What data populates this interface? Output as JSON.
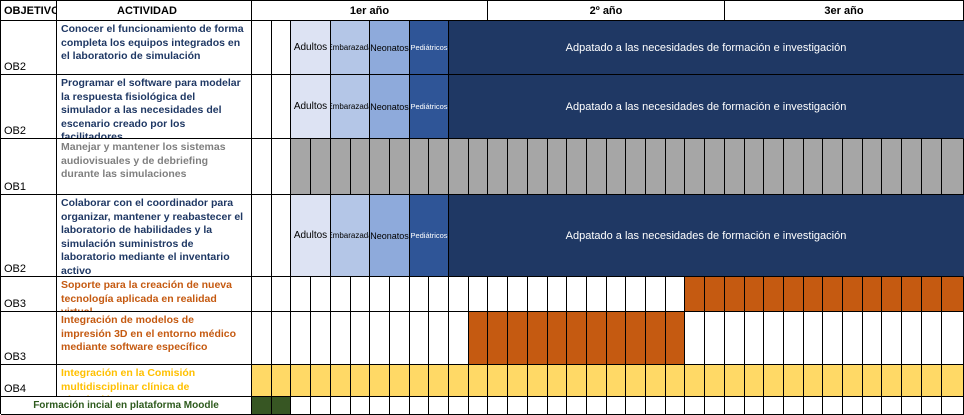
{
  "header": {
    "objetivo": "OBJETIVO",
    "actividad": "ACTIVIDAD",
    "years": [
      "1er año",
      "2º año",
      "3er año"
    ]
  },
  "colors": {
    "adultos": "#dde3f3",
    "embarazada": "#b4c6e7",
    "neonatos": "#8eaadb",
    "pediatricos": "#2f5597",
    "navy": "#1f3864",
    "gray": "#a6a6a6",
    "orange": "#c55a11",
    "yellow": "#ffd966",
    "green": "#375623",
    "text_blue": "#1f3864",
    "text_gray": "#7f7f7f",
    "text_orange": "#c55a11",
    "text_yellow": "#ffc000",
    "text_green": "#375623"
  },
  "stage_labels": [
    "Adultos",
    "Embarazada",
    "Neonatos",
    "Pediátricos"
  ],
  "merged_label": "Adpatado a las necesidades de formación e investigación",
  "rows": [
    {
      "objetivo": "OB2",
      "actividad": "Conocer el funcionamiento de forma completa los equipos integrados en el laboratorio de simulación",
      "type": "stages"
    },
    {
      "objetivo": "OB2",
      "actividad": "Programar el software para modelar la respuesta fisiológica del simulador a las necesidades del escenario creado por los facilitadores",
      "type": "stages"
    },
    {
      "objetivo": "OB1",
      "actividad": "Manejar y mantener los sistemas audiovisuales y de debriefing durante las simulaciones",
      "type": "gray"
    },
    {
      "objetivo": "OB2",
      "actividad": "Colaborar con el coordinador para organizar, mantener y reabastecer el laboratorio de habilidades y la simulación suministros de laboratorio mediante el inventario activo",
      "type": "stages"
    },
    {
      "objetivo": "OB3",
      "actividad": "Soporte para la creación de nueva tecnología aplicada en realidad virtual",
      "type": "orange_late"
    },
    {
      "objetivo": "OB3",
      "actividad": "Integración de modelos de impresión 3D en el entorno médico mediante software específico",
      "type": "orange_mid"
    },
    {
      "objetivo": "OB4",
      "actividad": "Integración en la Comisión multidisciplinar clínica de Simulación",
      "type": "yellow"
    },
    {
      "objetivo": "",
      "actividad": "Formación incial en plataforma Moodle",
      "type": "green"
    }
  ]
}
